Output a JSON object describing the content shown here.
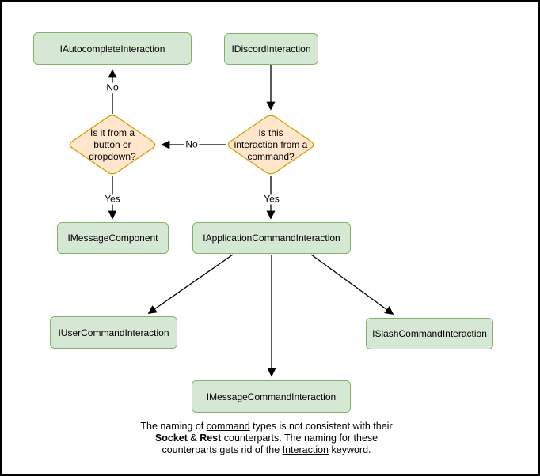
{
  "colors": {
    "green_fill": "#d5e8d4",
    "green_stroke": "#82b366",
    "orange_fill": "#ffe6cc",
    "orange_stroke": "#d79b00",
    "edge": "#000000",
    "frame": "#000000",
    "background": "#ffffff"
  },
  "nodes": {
    "autocomplete": {
      "label": "IAutocompleteInteraction",
      "shape": "box"
    },
    "discord": {
      "label": "IDiscordInteraction",
      "shape": "box"
    },
    "button_dropdown_decision": {
      "label": "Is it from a\nbutton or\ndropdown?",
      "shape": "diamond"
    },
    "command_decision": {
      "label": "Is this\ninteraction from a\ncommand?",
      "shape": "diamond"
    },
    "message_component": {
      "label": "IMessageComponent",
      "shape": "box"
    },
    "application_command": {
      "label": "IApplicationCommandInteraction",
      "shape": "box"
    },
    "user_command": {
      "label": "IUserCommandInteraction",
      "shape": "box"
    },
    "slash_command": {
      "label": "ISlashCommandInteraction",
      "shape": "box"
    },
    "message_command": {
      "label": "IMessageCommandInteraction",
      "shape": "box"
    }
  },
  "edges": [
    {
      "from": "command_decision",
      "to": "button_dropdown_decision",
      "label": "No"
    },
    {
      "from": "button_dropdown_decision",
      "to": "autocomplete",
      "label": "No"
    },
    {
      "from": "discord",
      "to": "command_decision",
      "label": ""
    },
    {
      "from": "button_dropdown_decision",
      "to": "message_component",
      "label": "Yes"
    },
    {
      "from": "command_decision",
      "to": "application_command",
      "label": "Yes"
    },
    {
      "from": "application_command",
      "to": "user_command",
      "label": ""
    },
    {
      "from": "application_command",
      "to": "message_command",
      "label": ""
    },
    {
      "from": "application_command",
      "to": "slash_command",
      "label": ""
    }
  ],
  "note": {
    "line1": [
      "The naming of ",
      "command",
      " types is not consistent with their"
    ],
    "line2": [
      "Socket",
      " & ",
      "Rest",
      " counterparts. The naming for these"
    ],
    "line3": [
      "counterparts gets rid of the ",
      "Interaction",
      " keyword."
    ]
  }
}
